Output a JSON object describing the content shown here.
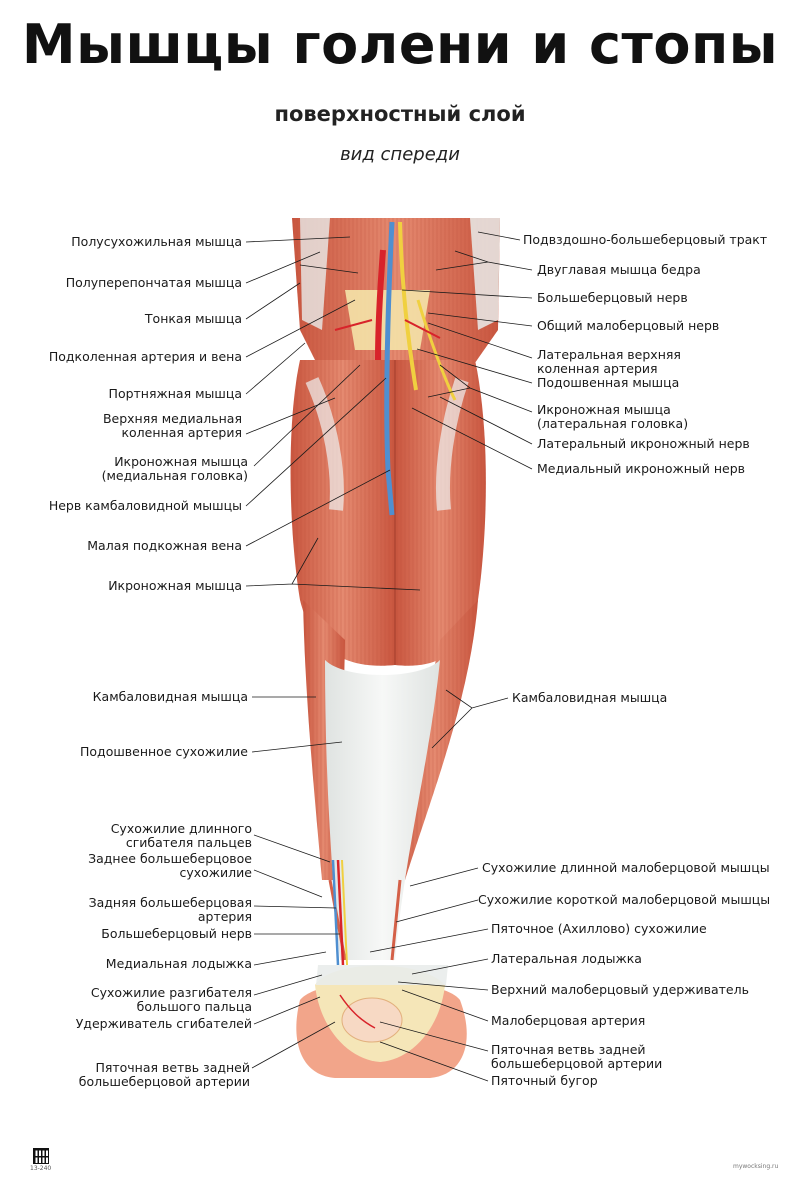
{
  "header": {
    "title": "Мышцы голени и стопы",
    "subtitle": "поверхностный слой",
    "view": "вид спереди"
  },
  "labels_left": [
    {
      "lines": [
        "Полусухожильная мышца"
      ]
    },
    {
      "lines": [
        "Полуперепончатая мышца"
      ]
    },
    {
      "lines": [
        "Тонкая мышца"
      ]
    },
    {
      "lines": [
        "Подколенная артерия и вена"
      ]
    },
    {
      "lines": [
        "Портняжная мышца"
      ]
    },
    {
      "lines": [
        "Верхняя медиальная",
        "коленная артерия"
      ]
    },
    {
      "lines": [
        "Икроножная мышца",
        "(медиальная головка)"
      ]
    },
    {
      "lines": [
        "Нерв камбаловидной мышцы"
      ]
    },
    {
      "lines": [
        "Малая подкожная вена"
      ]
    },
    {
      "lines": [
        "Икроножная мышца"
      ]
    },
    {
      "lines": [
        "Камбаловидная мышца"
      ]
    },
    {
      "lines": [
        "Подошвенное сухожилие"
      ]
    },
    {
      "lines": [
        "Сухожилие длинного",
        "сгибателя пальцев"
      ]
    },
    {
      "lines": [
        "Заднее большеберцовое",
        "сухожилие"
      ]
    },
    {
      "lines": [
        "Задняя большеберцовая",
        "артерия"
      ]
    },
    {
      "lines": [
        "Большеберцовый нерв"
      ]
    },
    {
      "lines": [
        "Медиальная лодыжка"
      ]
    },
    {
      "lines": [
        "Сухожилие разгибателя",
        "большого пальца"
      ]
    },
    {
      "lines": [
        "Удерживатель сгибателей"
      ]
    },
    {
      "lines": [
        "Пяточная ветвь задней",
        "большеберцовой артерии"
      ]
    }
  ],
  "labels_right": [
    {
      "lines": [
        "Подвздошно-большеберцовый тракт"
      ]
    },
    {
      "lines": [
        "Двуглавая мышца бедра"
      ]
    },
    {
      "lines": [
        "Большеберцовый нерв"
      ]
    },
    {
      "lines": [
        "Общий малоберцовый нерв"
      ]
    },
    {
      "lines": [
        "Латеральная верхняя",
        "коленная артерия"
      ]
    },
    {
      "lines": [
        "Подошвенная мышца"
      ]
    },
    {
      "lines": [
        "Икроножная мышца",
        "(латеральная головка)"
      ]
    },
    {
      "lines": [
        "Латеральный икроножный нерв"
      ]
    },
    {
      "lines": [
        "Медиальный икроножный нерв"
      ]
    },
    {
      "lines": [
        "Камбаловидная мышца"
      ]
    },
    {
      "lines": [
        "Сухожилие длинной малоберцовой мышцы"
      ]
    },
    {
      "lines": [
        "Сухожилие короткой малоберцовой мышцы"
      ]
    },
    {
      "lines": [
        "Пяточное (Ахиллово) сухожилие"
      ]
    },
    {
      "lines": [
        "Латеральная лодыжка"
      ]
    },
    {
      "lines": [
        "Верхний малоберцовый удерживатель"
      ]
    },
    {
      "lines": [
        "Малоберцовая артерия"
      ]
    },
    {
      "lines": [
        "Пяточная ветвь задней",
        "большеберцовой артерии"
      ]
    },
    {
      "lines": [
        "Пяточный бугор"
      ]
    }
  ],
  "footer": {
    "code": "13-240",
    "site": "mywocksing.ru"
  },
  "colors": {
    "muscle": "#e0735a",
    "muscle_dark": "#c8553f",
    "tendon": "#eef0ef",
    "fascia": "#d9dddb",
    "artery": "#d8232a",
    "vein": "#4f8fd0",
    "nerve": "#f0d040",
    "bone": "#f5e6b8",
    "skin": "#f2a58a"
  }
}
